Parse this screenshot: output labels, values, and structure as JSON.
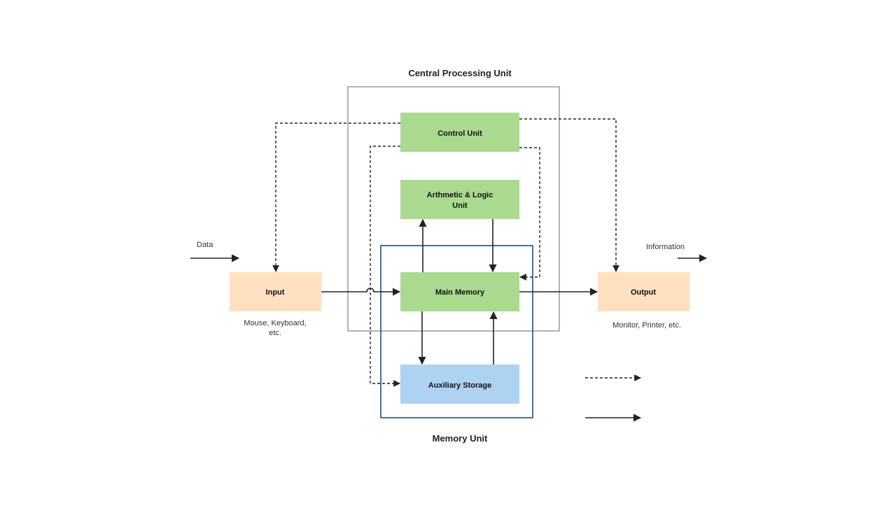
{
  "titles": {
    "cpu": "Central Processing Unit",
    "memory": "Memory Unit"
  },
  "nodes": {
    "control_unit": "Control Unit",
    "alu_line1": "Arthmetic & Logic",
    "alu_line2": "Unit",
    "main_memory": "Main Memory",
    "auxiliary_storage": "Auxiliary Storage",
    "input": "Input",
    "output": "Output"
  },
  "captions": {
    "input_line1": "Mouse, Keyboard,",
    "input_line2": "etc.",
    "output": "Monitor, Printer, etc."
  },
  "flow_labels": {
    "data": "Data",
    "information": "Information"
  },
  "colors": {
    "cpu_green": "#a9da8f",
    "memory_blue": "#aed2f2",
    "io_peach": "#fde1c1",
    "cpu_border": "#8a8a8a",
    "memory_border": "#1f4e79",
    "line": "#222222"
  }
}
